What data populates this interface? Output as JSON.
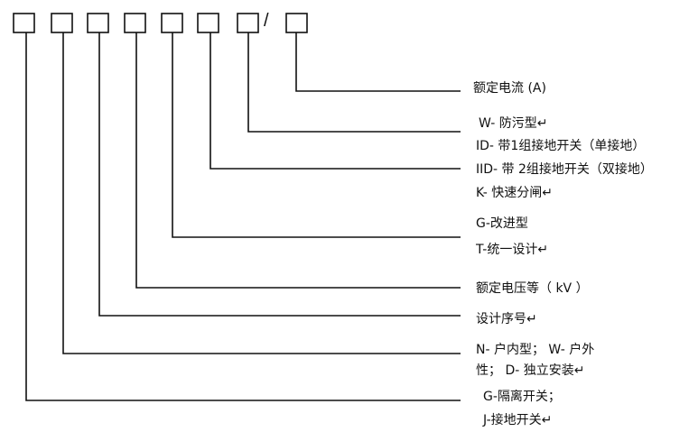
{
  "code_boxes": 8,
  "separator": "/",
  "labels": [
    {
      "lines": [
        "额定电流 (A)"
      ]
    },
    {
      "lines": [
        "W- 防污型↵",
        "ID- 带1组接地开关（单接地）",
        "IID- 带 2组接地开关（双接地）",
        "K- 快速分闸↵"
      ]
    },
    {
      "lines": [
        "G-改进型",
        "T-统一设计↵"
      ]
    },
    {
      "lines": [
        "额定电压等（ kV ）"
      ]
    },
    {
      "lines": [
        "设计序号↵"
      ]
    },
    {
      "lines": [
        "N- 户内型；  W- 户外",
        "性；  D- 独立安装↵"
      ]
    },
    {
      "lines": [
        "G-隔离开关；",
        "J-接地开关↵"
      ]
    }
  ]
}
